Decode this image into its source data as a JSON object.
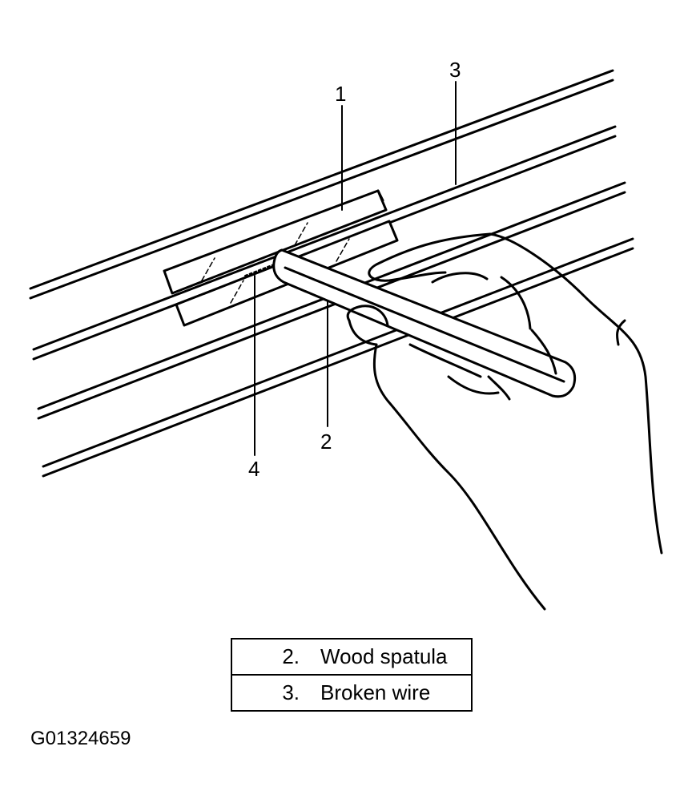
{
  "callouts": {
    "c1": "1",
    "c2": "2",
    "c3": "3",
    "c4": "4"
  },
  "legend": [
    {
      "num": "2.",
      "text": "Wood spatula"
    },
    {
      "num": "3.",
      "text": "Broken wire"
    }
  ],
  "figure_id": "G01324659"
}
